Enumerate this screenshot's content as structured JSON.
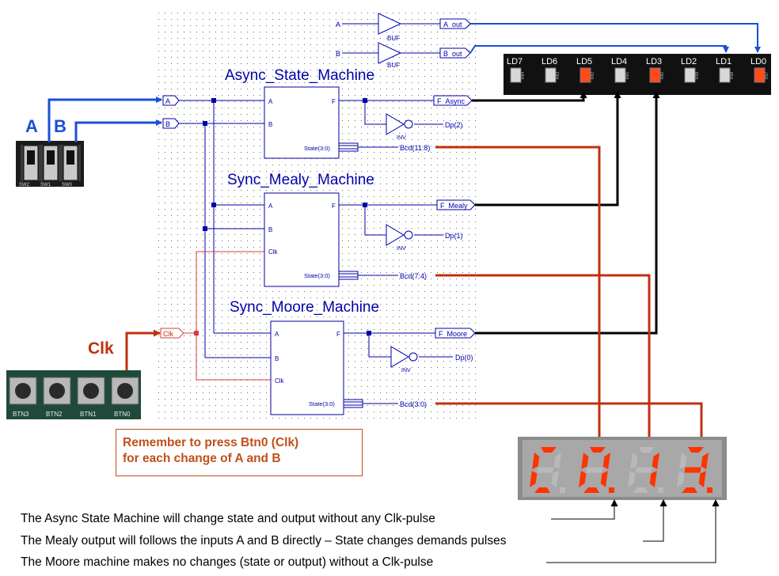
{
  "inputs": {
    "a_label": "A",
    "b_label": "B",
    "clk_label": "Clk"
  },
  "switches": {
    "labels": [
      "SW2",
      "SW1",
      "SW0"
    ]
  },
  "buttons": {
    "labels": [
      "BTN3",
      "BTN2",
      "BTN1",
      "BTN0"
    ]
  },
  "leds": {
    "labels": [
      "LD7",
      "LD6",
      "LD5",
      "LD4",
      "LD3",
      "LD2",
      "LD1",
      "LD0"
    ],
    "resistor_labels": [
      "R64",
      "R63",
      "R62",
      "R61",
      "R60",
      "R59",
      "R58",
      "R57"
    ]
  },
  "ports": {
    "a": "A",
    "b": "B",
    "clk": "Clk"
  },
  "buffers": [
    {
      "in": "A",
      "label": "BUF",
      "out": "A_out"
    },
    {
      "in": "B",
      "label": "BUF",
      "out": "B_out"
    }
  ],
  "machines": [
    {
      "title": "Async_State_Machine",
      "pin_a": "A",
      "pin_b": "B",
      "pin_f": "F",
      "pin_state": "State(3:0)",
      "inv": "INV",
      "dp": "Dp(2)",
      "f_out": "F_Async",
      "bcd": "Bcd(11:8)"
    },
    {
      "title": "Sync_Mealy_Machine",
      "pin_a": "A",
      "pin_b": "B",
      "pin_clk": "Clk",
      "pin_f": "F",
      "pin_state": "State(3:0)",
      "inv": "INV",
      "dp": "Dp(1)",
      "f_out": "F_Mealy",
      "bcd": "Bcd(7:4)"
    },
    {
      "title": "Sync_Moore_Machine",
      "pin_a": "A",
      "pin_b": "B",
      "pin_clk": "Clk",
      "pin_f": "F",
      "pin_state": "State(3:0)",
      "inv": "INV",
      "dp": "Dp(0)",
      "f_out": "F_Moore",
      "bcd": "Bcd(3:0)"
    }
  ],
  "display": {
    "digits": [
      "C",
      "0",
      "1",
      "3"
    ],
    "dots": [
      false,
      true,
      false,
      true
    ],
    "color": "#ff3300"
  },
  "note": {
    "line1": "Remember to press Btn0 (Clk)",
    "line2": "for each change of A and B"
  },
  "captions": [
    "The Async State Machine will change state and output without any Clk-pulse",
    "The Mealy output will follows the inputs A and B directly – State changes demands pulses",
    "The Moore machine makes no changes (state or output) without a Clk-pulse"
  ],
  "colors": {
    "wire_blue": "#0000aa",
    "bright_blue": "#1a4fd6",
    "wire_red": "#c03010",
    "black": "#000000"
  }
}
